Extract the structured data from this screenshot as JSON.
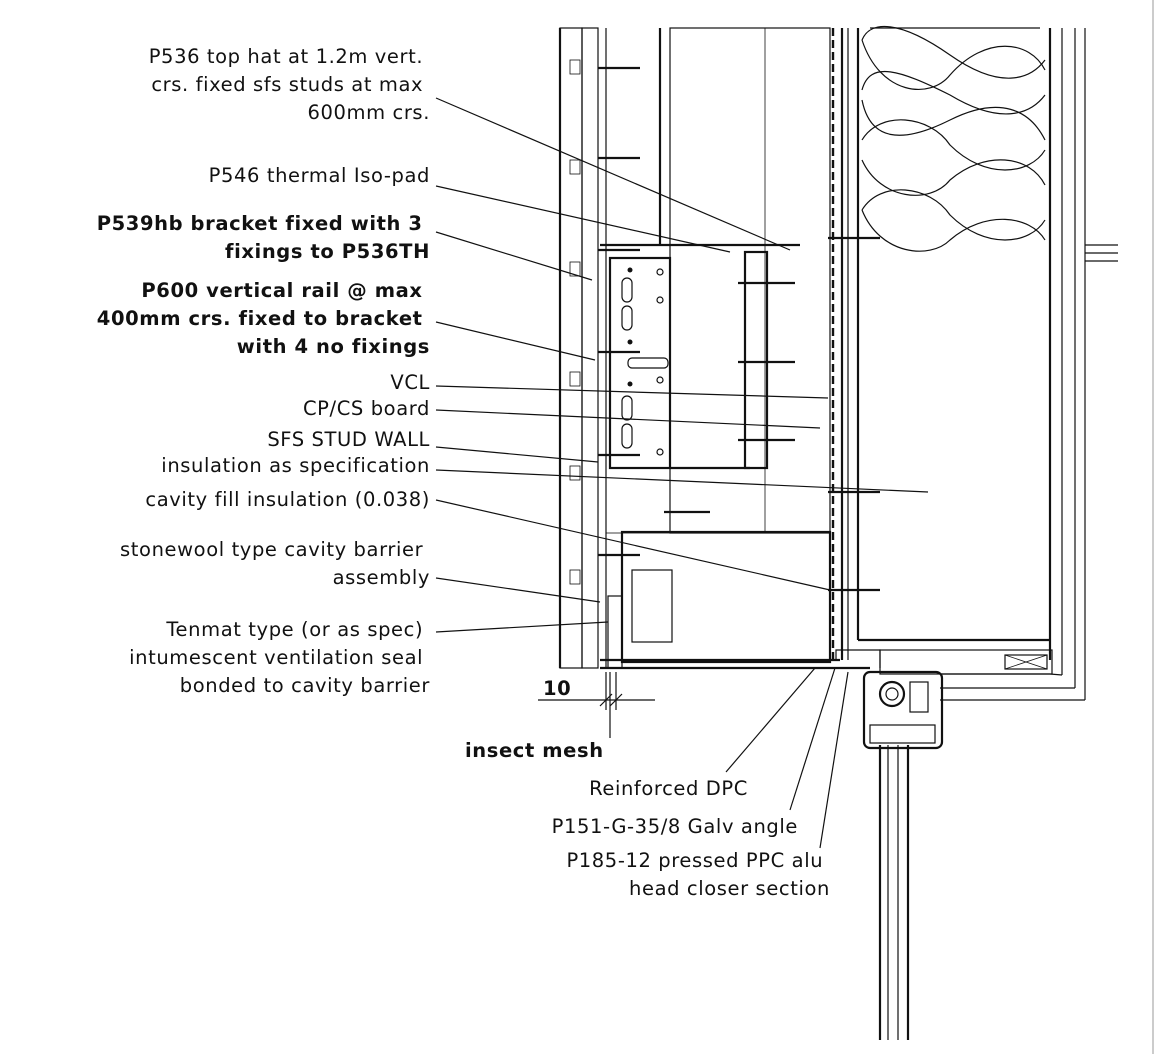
{
  "labels": {
    "l1": [
      "P536 top hat at 1.2m vert.",
      "crs. fixed sfs studs at max",
      "600mm crs."
    ],
    "l2": [
      "P546 thermal Iso-pad"
    ],
    "l3": [
      "P539hb bracket fixed with 3",
      "fixings to P536TH"
    ],
    "l4": [
      "P600 vertical rail @ max",
      "400mm crs. fixed to bracket",
      "with 4 no fixings"
    ],
    "l5": [
      "VCL"
    ],
    "l6": [
      "CP/CS board"
    ],
    "l7": [
      "SFS STUD WALL"
    ],
    "l8": [
      "insulation as specification"
    ],
    "l9": [
      "cavity fill insulation (0.038)"
    ],
    "l10": [
      "stonewool type cavity barrier",
      "assembly"
    ],
    "l11": [
      "Tenmat type (or as spec)",
      "intumescent ventilation seal",
      "bonded to cavity barrier"
    ],
    "l12": [
      "insect mesh"
    ],
    "l13": [
      "Reinforced DPC"
    ],
    "l14": [
      "P151-G-35/8 Galv angle"
    ],
    "l15": [
      "P185-12 pressed PPC alu",
      "head closer section"
    ]
  },
  "dimension": "10"
}
